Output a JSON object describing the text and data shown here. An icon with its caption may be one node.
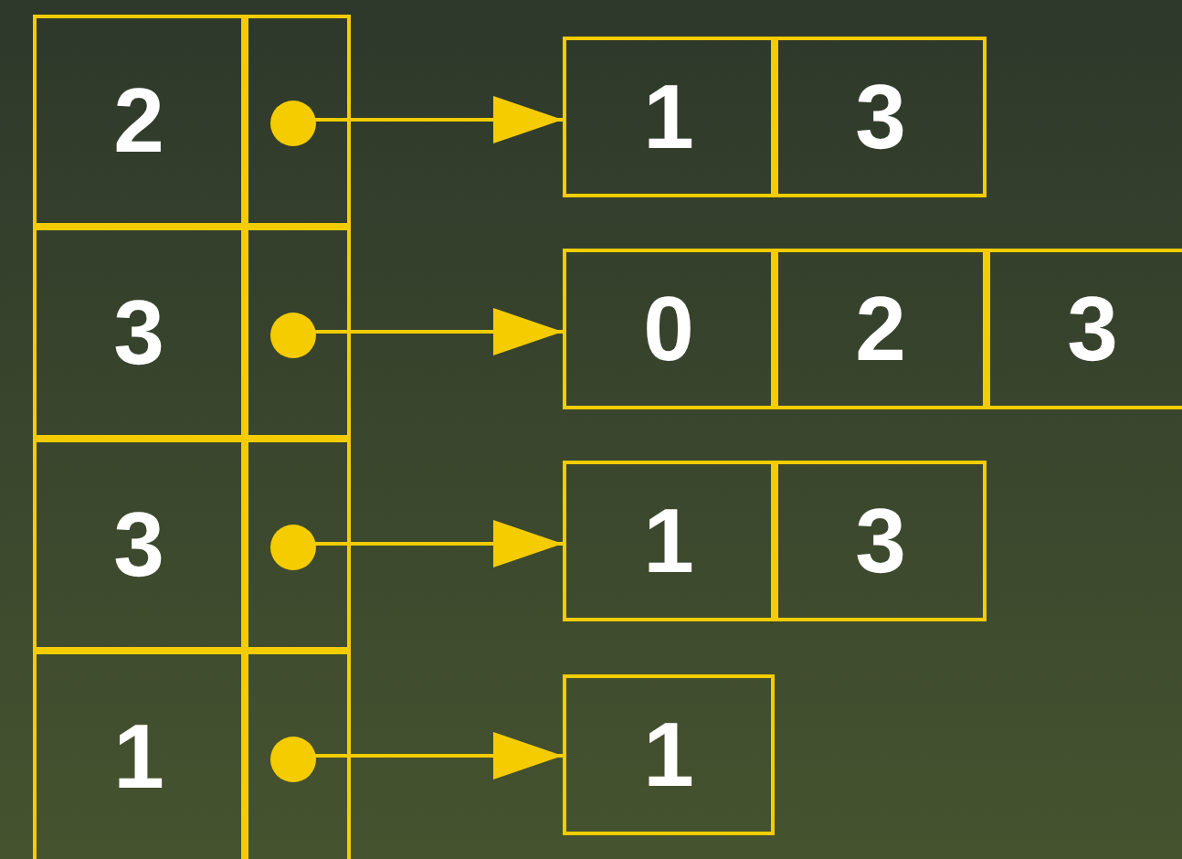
{
  "diagram": {
    "nodes": [
      {
        "text": [
          "2"
        ]
      },
      {
        "text": [],
        "shape": "box"
      },
      {
        "text": [],
        "shape": "circle",
        "in": 1
      },
      {
        "text": [
          "1"
        ]
      },
      {
        "text": [
          "3"
        ]
      },
      {
        "text": [
          "3"
        ]
      },
      {
        "text": [],
        "shape": "box"
      },
      {
        "text": [],
        "shape": "circle",
        "in": 6
      },
      {
        "text": [
          "0"
        ]
      },
      {
        "text": [
          "2"
        ]
      },
      {
        "text": [
          "3"
        ]
      },
      {
        "text": [
          "3"
        ]
      },
      {
        "text": [],
        "shape": "box"
      },
      {
        "text": [],
        "shape": "circle",
        "in": 12
      },
      {
        "text": [
          "1"
        ]
      },
      {
        "text": [
          "3"
        ]
      },
      {
        "text": [
          "1"
        ]
      },
      {
        "text": [],
        "shape": "box"
      },
      {
        "text": [],
        "shape": "circle",
        "in": 17
      },
      {
        "text": [
          "1"
        ]
      }
    ],
    "edges": [
      {
        "from": 2,
        "to": 3,
        "arrow": "to"
      },
      {
        "from": 7,
        "to": 8,
        "arrow": "to"
      },
      {
        "from": 13,
        "to": 14,
        "arrow": "to"
      },
      {
        "from": 18,
        "to": 19,
        "arrow": "to"
      }
    ]
  }
}
